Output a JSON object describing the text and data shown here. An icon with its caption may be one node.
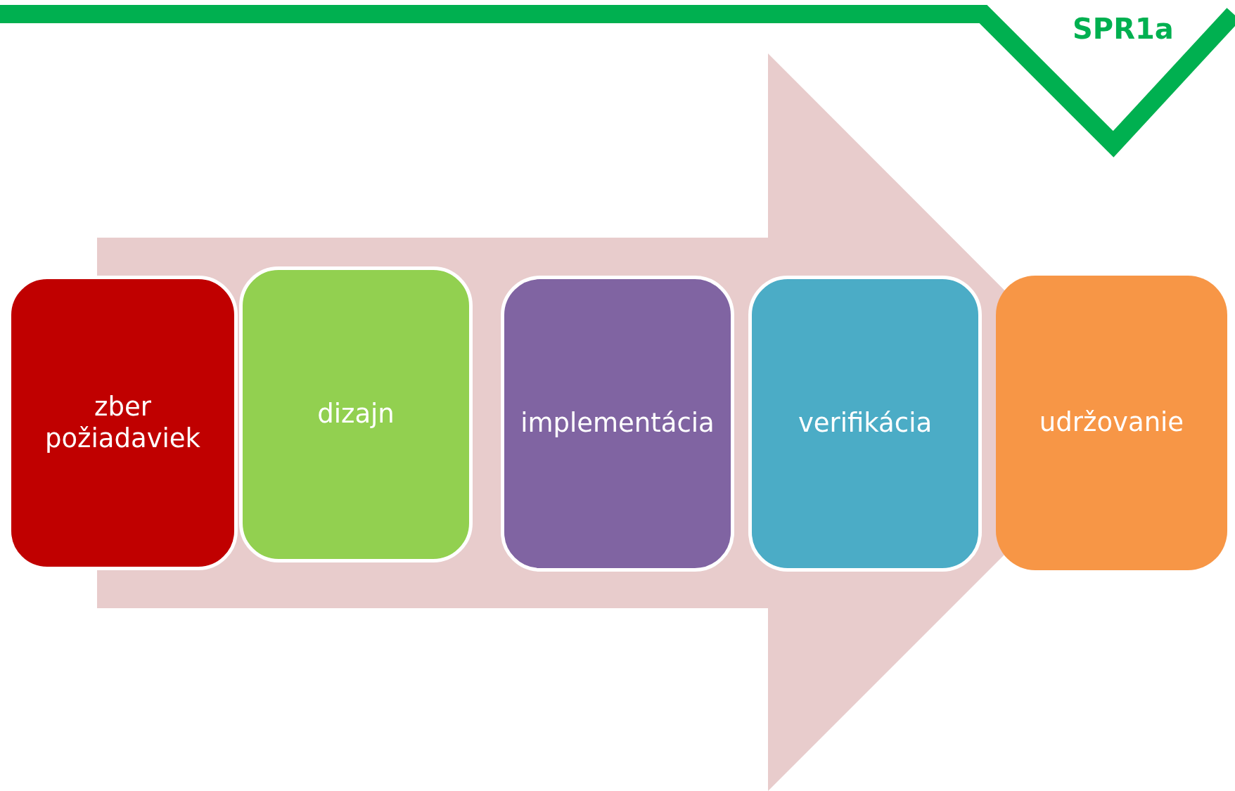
{
  "diagram": {
    "nodes": [
      {
        "text": [
          "zber požiadaviek"
        ]
      },
      {
        "text": [
          "dizajn"
        ]
      },
      {
        "text": [
          "implementácia"
        ]
      },
      {
        "text": [
          "verifikácia"
        ]
      },
      {
        "text": [
          "udržovanie"
        ]
      }
    ],
    "edges": [
      {
        "from": 0,
        "to": 4,
        "arrow": "to"
      }
    ],
    "labels": [
      "SPR1a"
    ]
  }
}
